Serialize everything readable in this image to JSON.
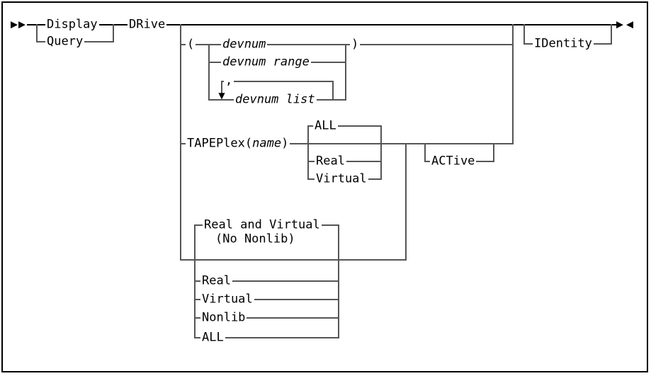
{
  "figure": {
    "type": "railroad-syntax-diagram",
    "colors": {
      "background": "#ffffff",
      "border": "#000000",
      "main_line": "#000000",
      "branch_line": "#555555",
      "text": "#000000"
    }
  },
  "icons": {
    "arrow_right": "▶",
    "arrow_left": "◀",
    "arrow_down": "▼"
  },
  "tokens": {
    "display": "Display",
    "query": "Query",
    "drive": "DRive",
    "open_paren": "(",
    "devnum": "devnum",
    "devnum_range": "devnum range",
    "comma": ",",
    "devnum_list": "devnum list",
    "close_paren": ")",
    "tapeplex_kw": "TAPEPlex(",
    "tapeplex_var": "name",
    "tapeplex_close": ")",
    "tapeplex_all": "ALL",
    "tapeplex_real": "Real",
    "tapeplex_virtual": "Virtual",
    "active": "ACTive",
    "default_choice_line1": "Real and Virtual",
    "default_choice_line2": "(No Nonlib)",
    "choice_real": "Real",
    "choice_virtual": "Virtual",
    "choice_nonlib": "Nonlib",
    "choice_all": "ALL",
    "identity": "IDentity"
  }
}
